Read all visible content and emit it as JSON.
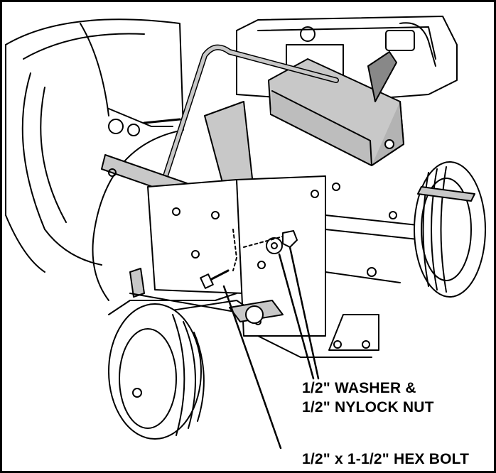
{
  "figure": {
    "callouts": {
      "washer_line1": "1/2\" WASHER &",
      "washer_line2": "1/2\" NYLOCK NUT",
      "hex_bolt": "1/2\" x 1-1/2\" HEX BOLT"
    },
    "colors": {
      "ink": "#000000",
      "gray_fill": "#c8c8c8",
      "background": "#ffffff"
    }
  }
}
